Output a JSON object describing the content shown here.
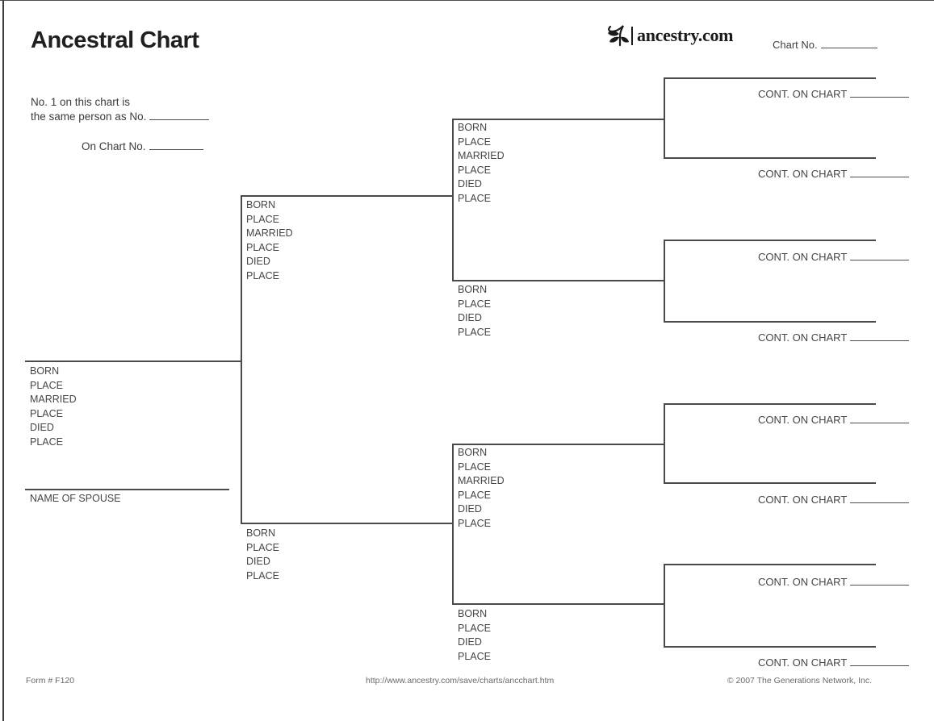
{
  "header": {
    "title": "Ancestral Chart",
    "brand": "ancestry.com",
    "chart_no_label": "Chart No."
  },
  "intro": {
    "line1": "No. 1 on this chart is",
    "line2": "the same person as No.",
    "line3": "On Chart No."
  },
  "labels": {
    "cont_on_chart": "CONT. ON CHART",
    "name_of_spouse": "NAME OF SPOUSE"
  },
  "persons": {
    "p1": {
      "role": "self",
      "fields": [
        "BORN",
        "PLACE",
        "MARRIED",
        "PLACE",
        "DIED",
        "PLACE"
      ]
    },
    "p2": {
      "role": "father",
      "fields": [
        "BORN",
        "PLACE",
        "MARRIED",
        "PLACE",
        "DIED",
        "PLACE"
      ]
    },
    "p3": {
      "role": "mother",
      "fields": [
        "BORN",
        "PLACE",
        "DIED",
        "PLACE"
      ]
    },
    "p4": {
      "role": "paternal-grandfather",
      "fields": [
        "BORN",
        "PLACE",
        "MARRIED",
        "PLACE",
        "DIED",
        "PLACE"
      ]
    },
    "p5": {
      "role": "paternal-grandmother",
      "fields": [
        "BORN",
        "PLACE",
        "DIED",
        "PLACE"
      ]
    },
    "p6": {
      "role": "maternal-grandfather",
      "fields": [
        "BORN",
        "PLACE",
        "MARRIED",
        "PLACE",
        "DIED",
        "PLACE"
      ]
    },
    "p7": {
      "role": "maternal-grandmother",
      "fields": [
        "BORN",
        "PLACE",
        "DIED",
        "PLACE"
      ]
    }
  },
  "footer": {
    "form_no": "Form # F120",
    "url": "http://www.ancestry.com/save/charts/ancchart.htm",
    "copyright": "© 2007 The Generations Network, Inc."
  },
  "colors": {
    "line": "#4a4a4a",
    "text": "#454545",
    "title": "#1f1f1f",
    "muted": "#6a6a6a"
  }
}
